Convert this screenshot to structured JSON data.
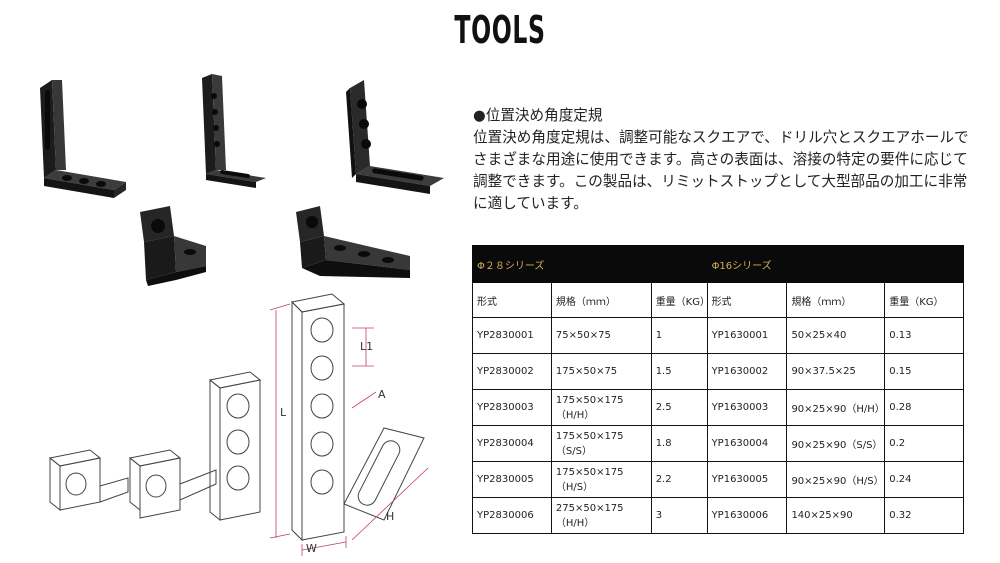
{
  "page": {
    "title": "TOOLS"
  },
  "description": {
    "heading": "●位置決め角度定規",
    "body": "位置決め角度定規は、調整可能なスクエアで、ドリル穴とスクエアホールでさまざまな用途に使用できます。高さの表面は、溶接の特定の要件に応じて調整できます。この製品は、リミットストップとして大型部品の加工に非常に適しています。"
  },
  "diagram": {
    "labels": {
      "l1": "L1",
      "l": "L",
      "a": "A",
      "h": "H",
      "w": "W"
    }
  },
  "table": {
    "series": [
      "Φ２８シリーズ",
      "Φ16シリーズ"
    ],
    "columns": [
      "形式",
      "規格（ｍｍ）",
      "重量（KG）",
      "形式",
      "規格（ｍｍ）",
      "重量（KG）"
    ],
    "rows": [
      [
        "YP2830001",
        "75×50×75",
        "1",
        "YP1630001",
        "50×25×40",
        "0.13"
      ],
      [
        "YP2830002",
        "175×50×75",
        "1.5",
        "YP1630002",
        "90×37.5×25",
        "0.15"
      ],
      [
        "YP2830003",
        "175×50×175（H/H）",
        "2.5",
        "YP1630003",
        "90×25×90（H/H）",
        "0.28"
      ],
      [
        "YP2830004",
        "175×50×175（S/S）",
        "1.8",
        "YP1630004",
        "90×25×90（S/S）",
        "0.2"
      ],
      [
        "YP2830005",
        "175×50×175（H/S）",
        "2.2",
        "YP1630005",
        "90×25×90（H/S）",
        "0.24"
      ],
      [
        "YP2830006",
        "275×50×175（H/H）",
        "3",
        "YP1630006",
        "140×25×90",
        "0.32"
      ]
    ]
  }
}
